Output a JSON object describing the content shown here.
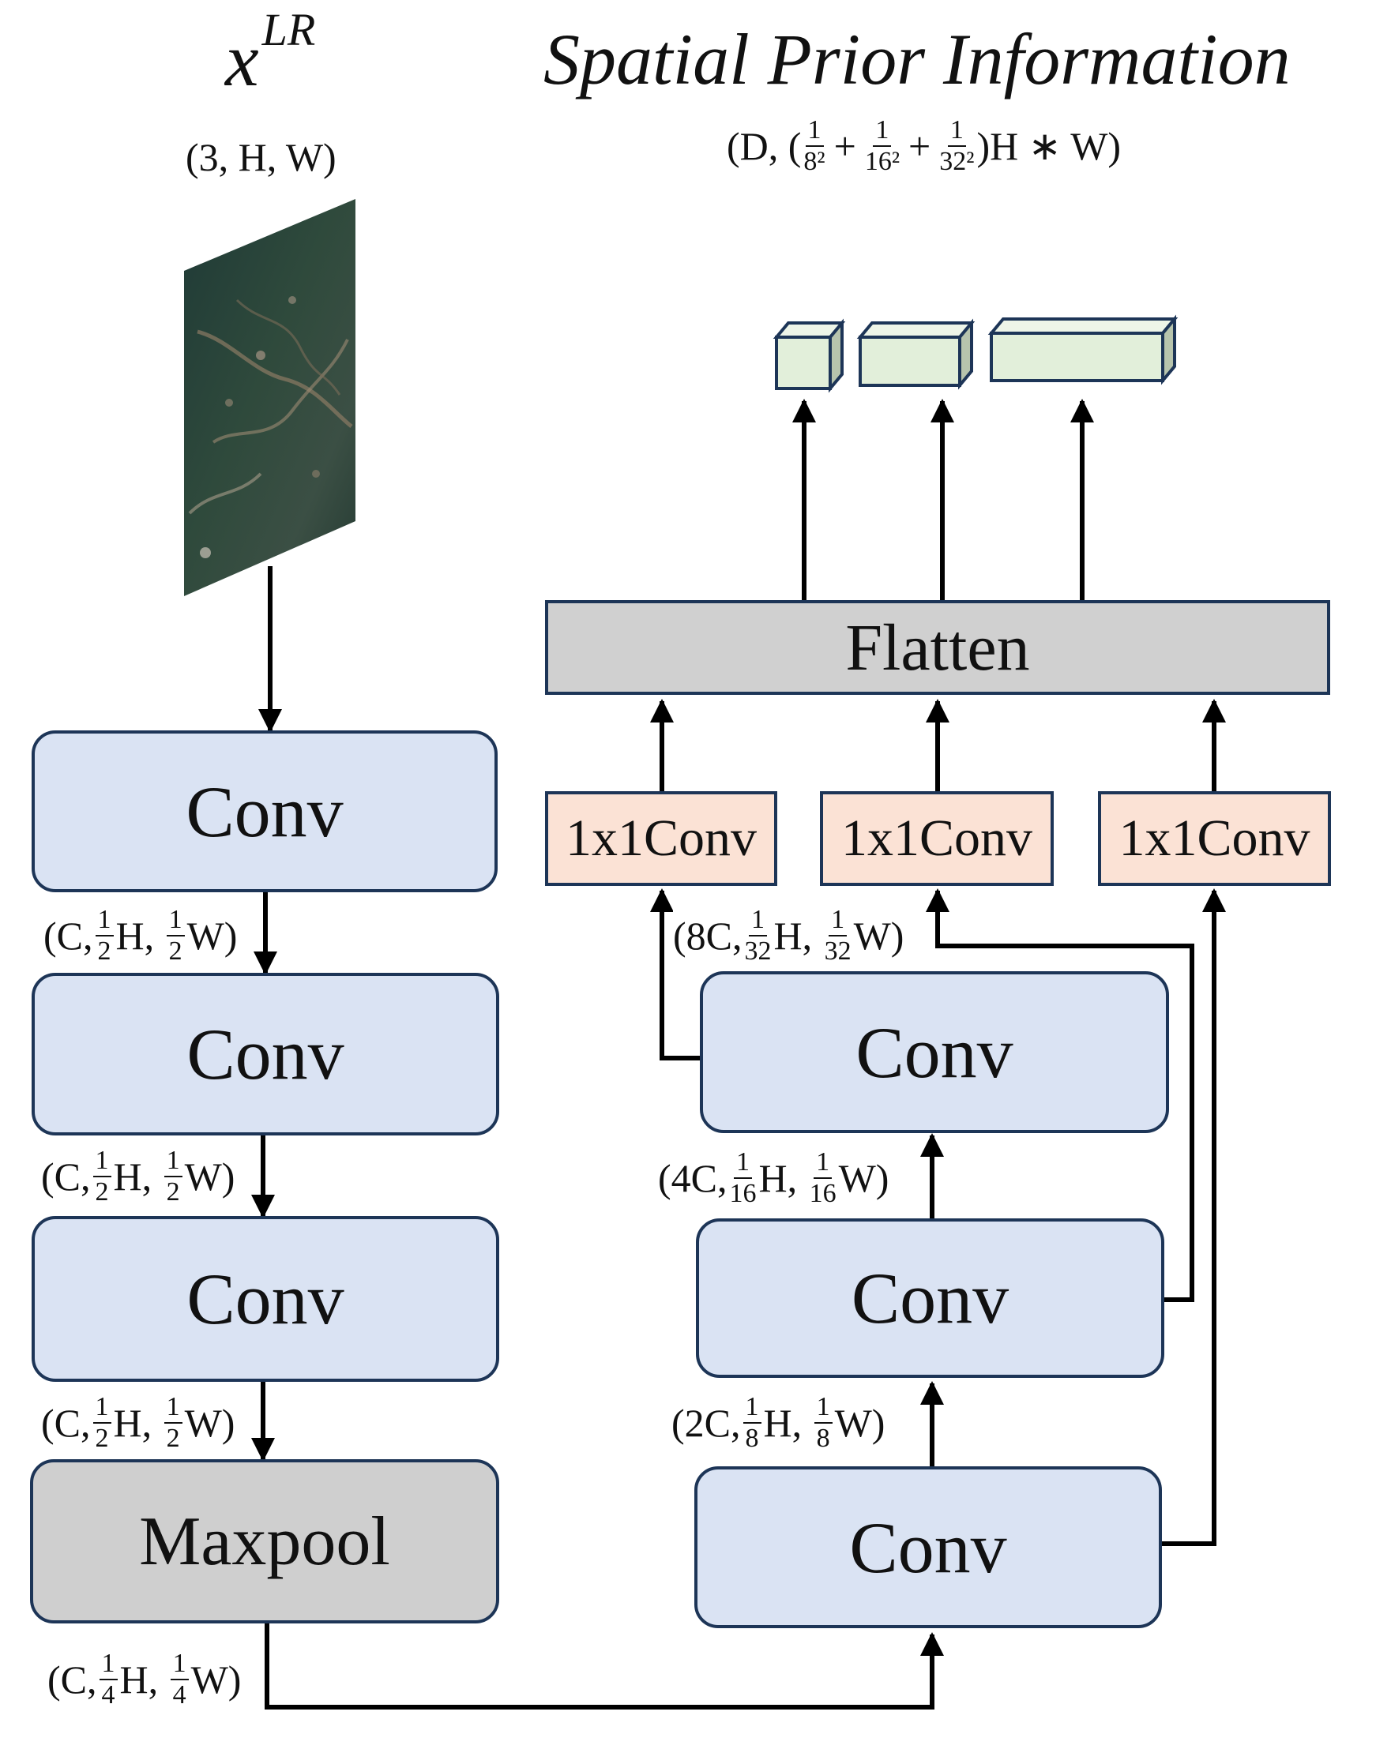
{
  "title_input": {
    "symbol": "x",
    "sup": "LR"
  },
  "title_spatial": "Spatial Prior Information",
  "shape_input": "(3, H, W)",
  "shape_output": {
    "prefix": "(D, (",
    "f1": {
      "num": "1",
      "den": "8²"
    },
    "plus1": "+",
    "f2": {
      "num": "1",
      "den": "16²"
    },
    "plus2": "+",
    "f3": {
      "num": "1",
      "den": "32²"
    },
    "suffix": ")H ∗ W)"
  },
  "blocks": {
    "conv_left_1": "Conv",
    "conv_left_2": "Conv",
    "conv_left_3": "Conv",
    "maxpool": "Maxpool",
    "conv_right_1": "Conv",
    "conv_right_2": "Conv",
    "conv_right_3": "Conv",
    "flatten": "Flatten",
    "conv1x1_a": "1x1Conv",
    "conv1x1_b": "1x1Conv",
    "conv1x1_c": "1x1Conv"
  },
  "dims": {
    "d1": {
      "pre": "(C,",
      "hn": "1",
      "hd": "2",
      "mid": "H,",
      "wn": "1",
      "wd": "2",
      "post": "W)"
    },
    "d2": {
      "pre": "(C,",
      "hn": "1",
      "hd": "2",
      "mid": "H,",
      "wn": "1",
      "wd": "2",
      "post": "W)"
    },
    "d3": {
      "pre": "(C,",
      "hn": "1",
      "hd": "2",
      "mid": "H,",
      "wn": "1",
      "wd": "2",
      "post": "W)"
    },
    "d4": {
      "pre": "(C,",
      "hn": "1",
      "hd": "4",
      "mid": "H,",
      "wn": "1",
      "wd": "4",
      "post": "W)"
    },
    "d5": {
      "pre": "(2C,",
      "hn": "1",
      "hd": "8",
      "mid": "H,",
      "wn": "1",
      "wd": "8",
      "post": "W)"
    },
    "d6": {
      "pre": "(4C,",
      "hn": "1",
      "hd": "16",
      "mid": "H,",
      "wn": "1",
      "wd": "16",
      "post": "W)"
    },
    "d7": {
      "pre": "(8C,",
      "hn": "1",
      "hd": "32",
      "mid": "H,",
      "wn": "1",
      "wd": "32",
      "post": "W)"
    }
  },
  "colors": {
    "conv_fill": "#dae3f3",
    "maxpool_fill": "#cfcfcf",
    "flatten_fill": "#d0d0d0",
    "conv1x1_fill": "#fbe2d5",
    "token_fill": "#e2efda",
    "border": "#1d3557"
  }
}
